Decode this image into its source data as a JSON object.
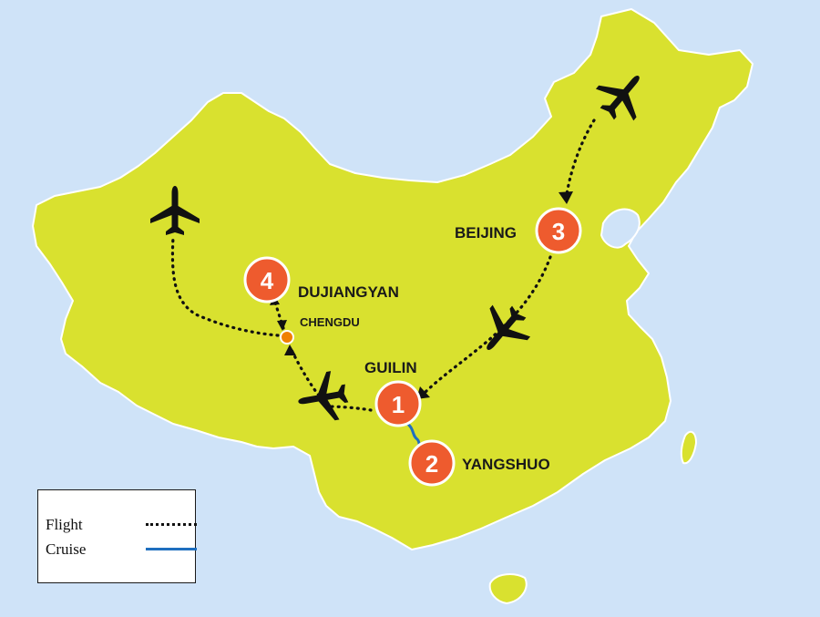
{
  "colors": {
    "sea": "#cfe3f8",
    "land": "#d9e12f",
    "land_edge": "#ffffff",
    "stop_marker": "#ee5b2e",
    "city_dot": "#f08000",
    "flight_line": "#111111",
    "cruise_line": "#1f6fbf"
  },
  "icons": [
    "airplane-icon"
  ],
  "stops": [
    {
      "number": "1",
      "city": "GUILIN"
    },
    {
      "number": "2",
      "city": "YANGSHUO"
    },
    {
      "number": "3",
      "city": "BEIJING"
    },
    {
      "number": "4",
      "city": "DUJIANGYAN"
    }
  ],
  "waypoint": {
    "city": "CHENGDU"
  },
  "legend": {
    "flight_label": "Flight",
    "cruise_label": "Cruise"
  }
}
